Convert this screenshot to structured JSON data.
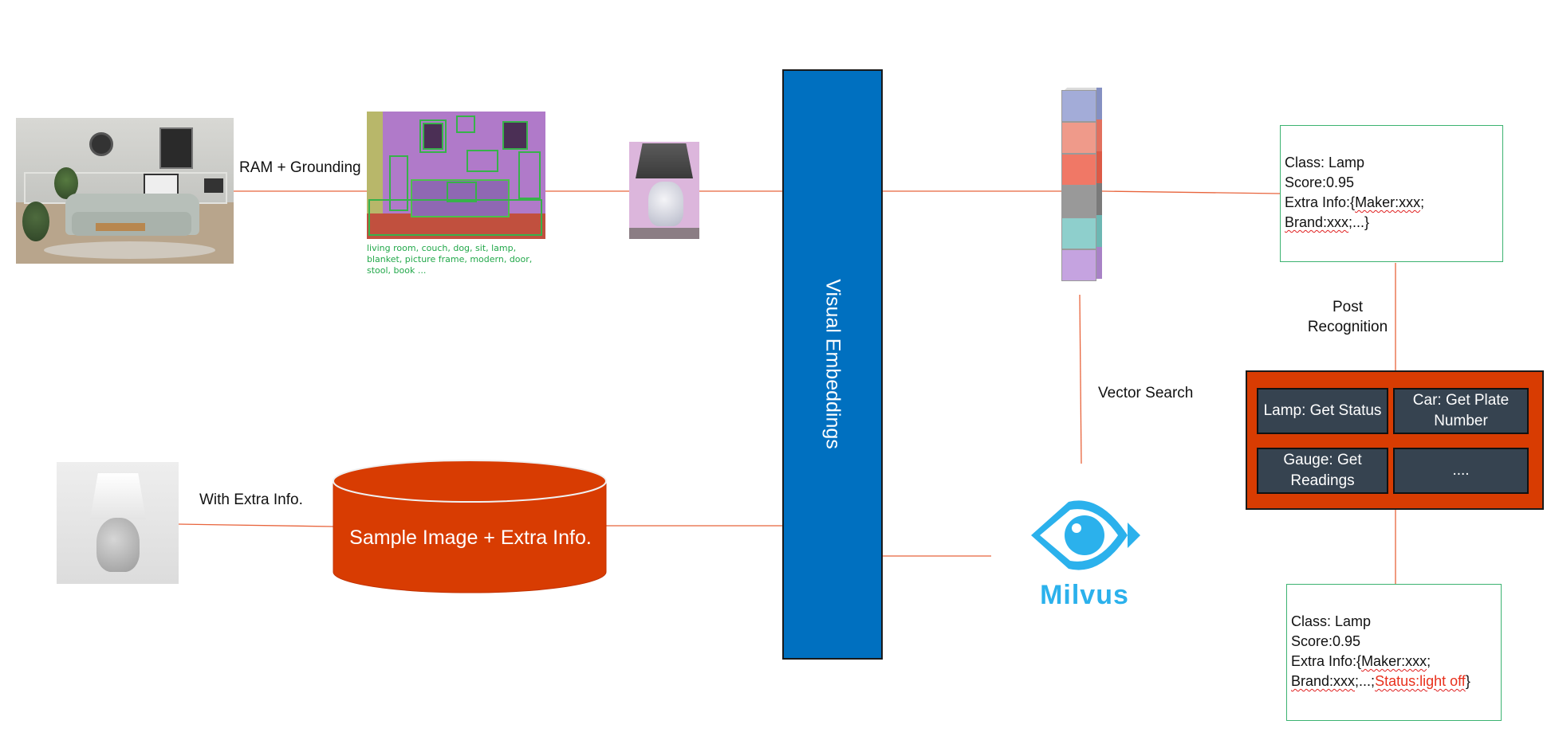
{
  "labels": {
    "ram_grounding": "RAM + Grounding",
    "grounding_caption": "living room, couch, dog, sit, lamp, blanket, picture frame, modern, door, stool, book ...",
    "visual_embeddings": "Visual Embeddings",
    "vector_search": "Vector Search",
    "post_recognition": "Post\nRecognition",
    "with_extra_info": "With Extra Info.",
    "sample_image": "Sample Image + Extra Info.",
    "milvus": "Milvus"
  },
  "result_top": {
    "class": "Class: Lamp",
    "score": "Score:0.95",
    "extra_prefix": "Extra Info:{",
    "maker": "Maker:xxx",
    "extra_suffix": ";",
    "brand": "Brand:xxx",
    "end": ";...}"
  },
  "result_bottom": {
    "class": "Class: Lamp",
    "score": "Score:0.95",
    "extra_prefix": "Extra Info:{",
    "maker": "Maker:xxx",
    "extra_suffix": ";",
    "brand": "Brand:xxx",
    "middle": ";...;",
    "status": "Status:light off",
    "end": "}"
  },
  "post_actions": [
    "Lamp: Get Status",
    "Car: Get Plate Number",
    "Gauge: Get Readings",
    "...."
  ],
  "colors": {
    "connector": "#e8643c",
    "embedding_bar": "#0070c0",
    "database": "#d83c02",
    "post_box": "#d83c02",
    "action_button": "#364350",
    "info_border": "#3cb371",
    "milvus": "#2bb1ec",
    "vector_cells": [
      "#a3acd8",
      "#ef9a8a",
      "#f07866",
      "#999999",
      "#8ecfcc",
      "#c5a3e0"
    ]
  },
  "icons": {
    "milvus_logo": "eye-logo-icon"
  }
}
